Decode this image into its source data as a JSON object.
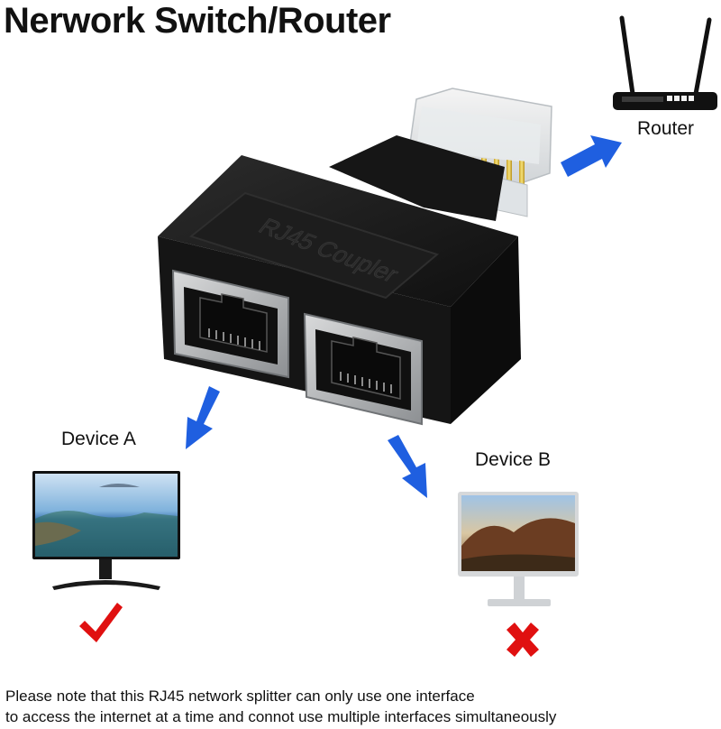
{
  "title": "Nerwork Switch/Router",
  "coupler_text": "RJ45 Coupler",
  "labels": {
    "router": "Router",
    "device_a": "Device A",
    "device_b": "Device B"
  },
  "status": {
    "device_a": "check",
    "device_b": "cross"
  },
  "colors": {
    "arrow": "#1f5fe0",
    "check": "#e01010",
    "cross": "#e01010",
    "body": "#1a1a1a"
  },
  "note": {
    "line1": "Please note that this RJ45 network splitter can only use one interface",
    "line2": "to access the internet at a time and connot use multiple interfaces simultaneously"
  }
}
